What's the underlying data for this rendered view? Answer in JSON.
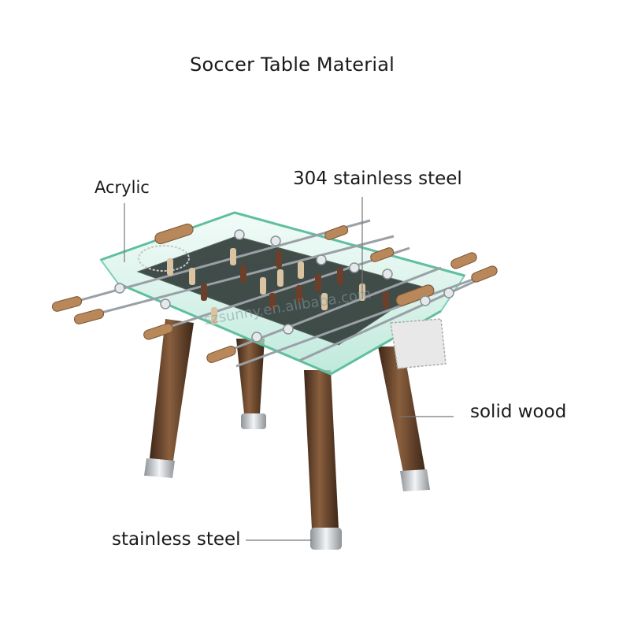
{
  "title": "Soccer Table Material",
  "labels": {
    "acrylic": "Acrylic",
    "steel_304": "304 stainless steel",
    "solid_wood": "solid wood",
    "stainless_steel": "stainless steel"
  },
  "watermark": "szsunny.en.alibaba.com",
  "colors": {
    "glass": "#bfe9dc",
    "glass_edge": "#7fcfb8",
    "wood": "#6b4a32",
    "wood_light": "#9a6e4a",
    "steel": "#c7cbcf",
    "field": "#2f3a36",
    "player_light": "#d9c3a0",
    "player_dark": "#6b3f2a"
  }
}
